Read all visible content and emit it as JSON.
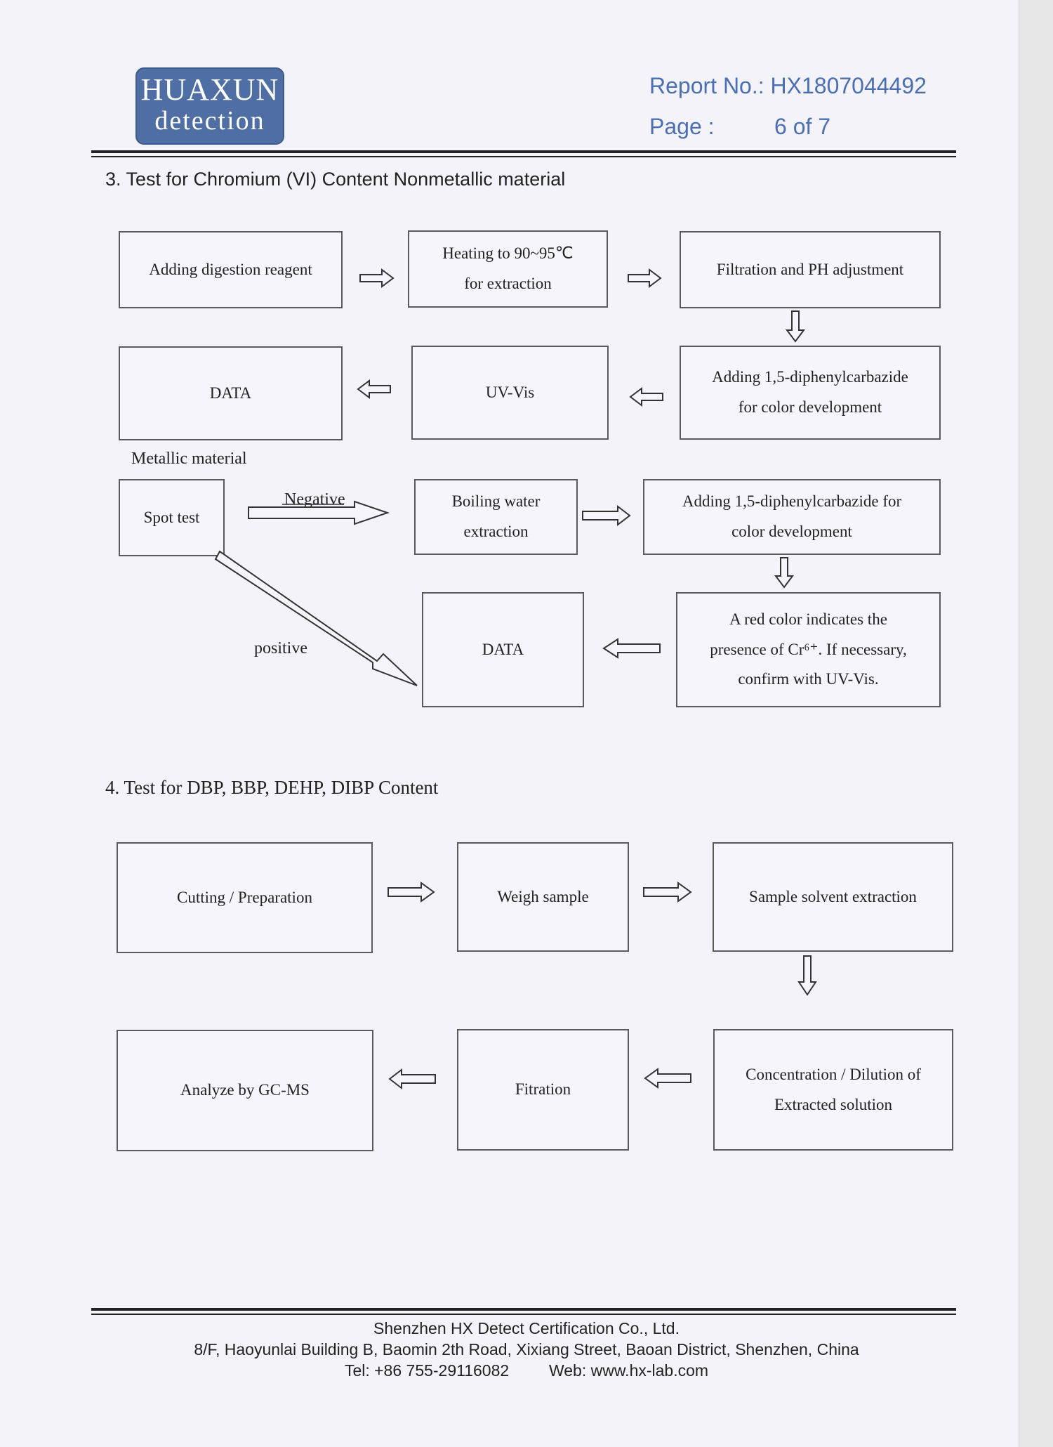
{
  "header": {
    "logo_line1": "HUAXUN",
    "logo_line2": "detection",
    "report_label": "Report No.:",
    "report_no": "HX1807044492",
    "page_label": "Page :",
    "page_value": "6 of 7"
  },
  "section3": {
    "title": "3. Test for Chromium (VI) Content Nonmetallic material",
    "nonmetallic": {
      "adding_digestion": "Adding digestion reagent",
      "heating_line1": "Heating to 90~95℃",
      "heating_line2": "for extraction",
      "filtration": "Filtration and PH adjustment",
      "data": "DATA",
      "uv_vis": "UV-Vis",
      "adding_dpc_line1": "Adding 1,5-diphenylcarbazide",
      "adding_dpc_line2": "for color development"
    },
    "metallic_label": "Metallic material",
    "metallic": {
      "spot_test": "Spot test",
      "negative_label": "Negative",
      "positive_label": "positive",
      "boiling_line1": "Boiling water",
      "boiling_line2": "extraction",
      "adding_dpc_line1": "Adding 1,5-diphenylcarbazide for",
      "adding_dpc_line2": "color development",
      "data": "DATA",
      "red_line1": "A red color indicates the",
      "red_line2": "presence of Cr⁶⁺. If necessary,",
      "red_line3": "confirm with UV-Vis."
    }
  },
  "section4": {
    "title": "4. Test for DBP, BBP, DEHP, DIBP Content",
    "cutting": "Cutting / Preparation",
    "weigh": "Weigh sample",
    "solvent": "Sample solvent extraction",
    "analyze": "Analyze by GC-MS",
    "fitration": "Fitration",
    "concentration_line1": "Concentration / Dilution of",
    "concentration_line2": "Extracted solution"
  },
  "footer": {
    "company": "Shenzhen HX Detect Certification Co., Ltd.",
    "address": "8/F, Haoyunlai Building B, Baomin 2th Road, Xixiang Street, Baoan District, Shenzhen, China",
    "tel": "Tel: +86 755-29116082",
    "web": "Web: www.hx-lab.com"
  },
  "colors": {
    "report_blue": "#4a6fb2",
    "logo_blue": "#4f6ea3"
  }
}
